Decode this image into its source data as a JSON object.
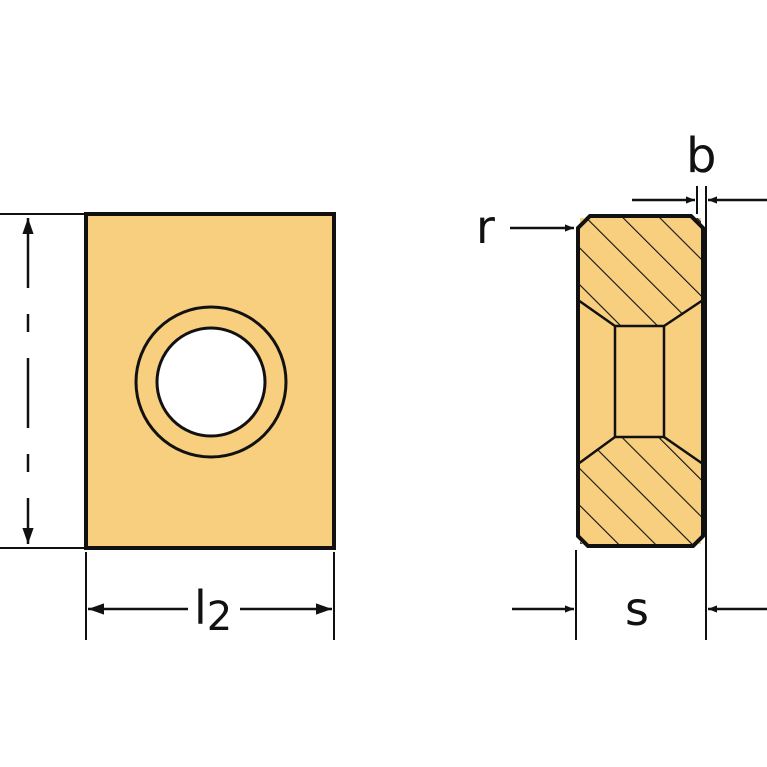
{
  "labels": {
    "b": "b",
    "r": "r",
    "l_main": "l",
    "l_sub": "2",
    "s": "s"
  },
  "colors": {
    "insert_fill": "#f7cf7f",
    "outline": "#111111",
    "background": "#ffffff"
  }
}
